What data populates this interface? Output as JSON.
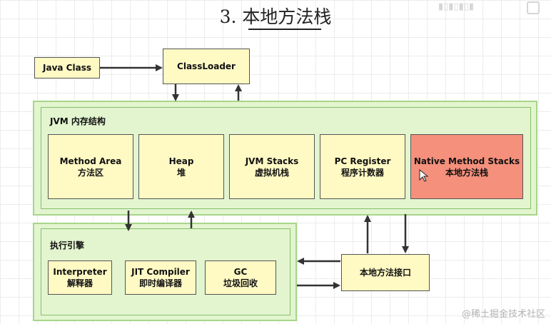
{
  "title": "3. 本地方法栈",
  "java_class": "Java Class",
  "class_loader": "ClassLoader",
  "jvm": {
    "label": "JVM 内存结构",
    "method_area": {
      "en": "Method Area",
      "zh": "方法区"
    },
    "heap": {
      "en": "Heap",
      "zh": "堆"
    },
    "jvm_stacks": {
      "en": "JVM Stacks",
      "zh": "虚拟机栈"
    },
    "pc_register": {
      "en": "PC Register",
      "zh": "程序计数器"
    },
    "native_stacks": {
      "en": "Native Method Stacks",
      "zh": "本地方法栈"
    }
  },
  "engine": {
    "label": "执行引擎",
    "interpreter": {
      "en": "Interpreter",
      "zh": "解释器"
    },
    "jit": {
      "en": "JIT Compiler",
      "zh": "即时编译器"
    },
    "gc": {
      "en": "GC",
      "zh": "垃圾回收"
    }
  },
  "native_interface": "本地方法接口",
  "watermark": "@稀土掘金技术社区",
  "colors": {
    "box_fill": "#fff9c4",
    "panel_fill": "#e3f5cf",
    "native_fill": "#f4907c"
  }
}
